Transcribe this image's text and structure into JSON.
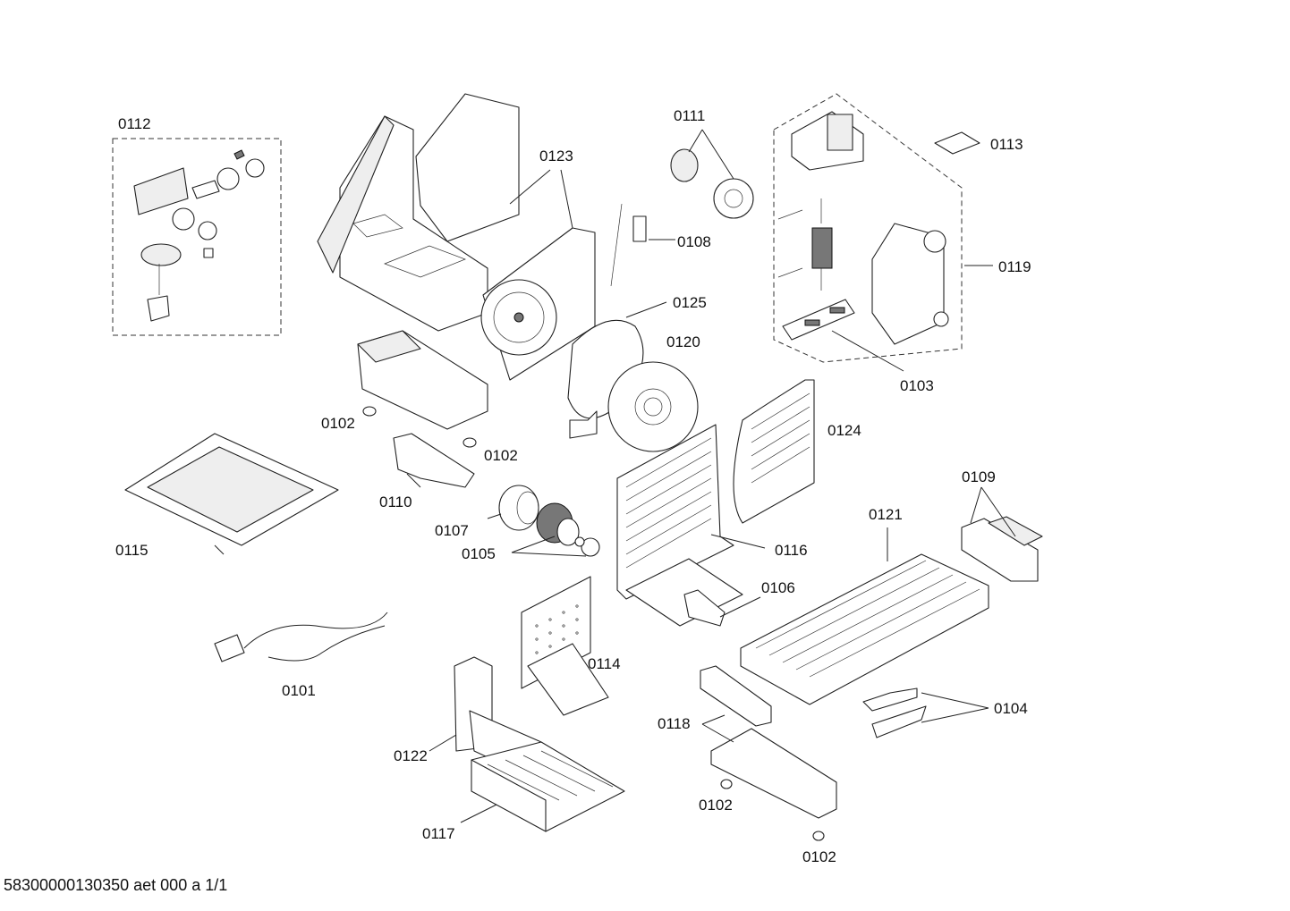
{
  "labels": {
    "p0112": "0112",
    "p0123": "0123",
    "p0111": "0111",
    "p0113": "0113",
    "p0108": "0108",
    "p0119": "0119",
    "p0125": "0125",
    "p0120": "0120",
    "p0103": "0103",
    "p0102a": "0102",
    "p0102b": "0102",
    "p0124": "0124",
    "p0110": "0110",
    "p0109": "0109",
    "p0107": "0107",
    "p0121": "0121",
    "p0115": "0115",
    "p0105": "0105",
    "p0116": "0116",
    "p0106": "0106",
    "p0114": "0114",
    "p0101": "0101",
    "p0104": "0104",
    "p0118": "0118",
    "p0122": "0122",
    "p0102c": "0102",
    "p0117": "0117",
    "p0102d": "0102"
  },
  "footer": "58300000130350 aet 000 a 1/1"
}
